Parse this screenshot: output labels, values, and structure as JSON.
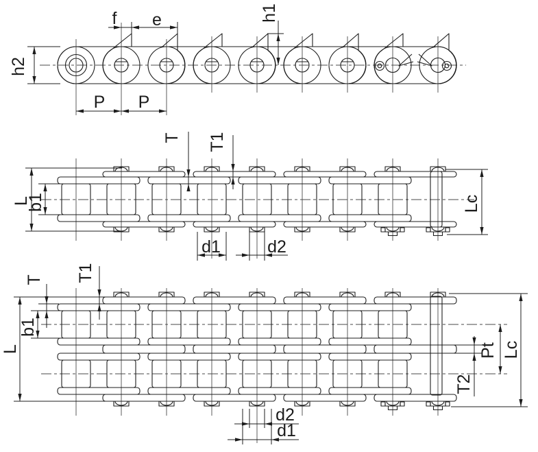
{
  "drawing": {
    "background": "#ffffff",
    "line_color": "#1c1c1c",
    "centerline_color": "#4a4a4a"
  },
  "dims": {
    "side": {
      "f": "f",
      "e": "e",
      "h1": "h1",
      "h2": "h2",
      "p1": "P",
      "p2": "P"
    },
    "single": {
      "t": "T",
      "t1": "T1",
      "l": "L",
      "b1": "b1",
      "d1": "d1",
      "d2": "d2",
      "lc": "Lc"
    },
    "duplex": {
      "t": "T",
      "t1": "T1",
      "l": "L",
      "b1": "b1",
      "d2": "d2",
      "d1": "d1",
      "pt": "Pt",
      "t2": "T2",
      "lc": "Lc"
    }
  }
}
